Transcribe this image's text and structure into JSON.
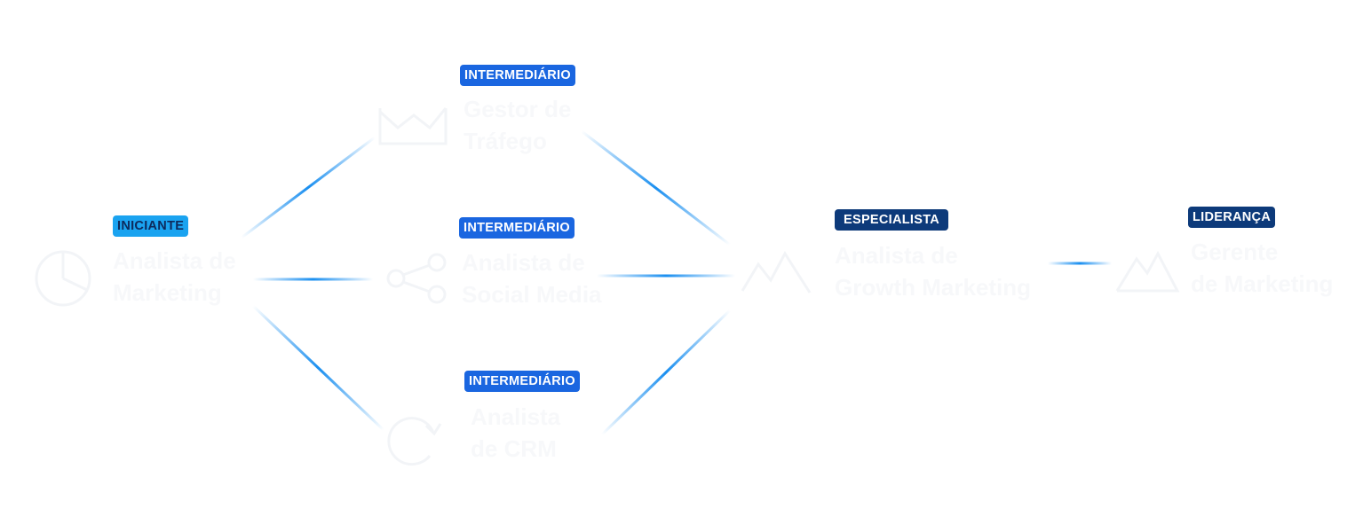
{
  "colors": {
    "connector": "#1a8ff0",
    "badge_iniciante": "#1aa3f0",
    "badge_intermediario": "#1a66e0",
    "badge_especialista": "#0d3a7a",
    "badge_lideranca": "#0d3a7a",
    "node_text": "#f7f8fa"
  },
  "nodes": {
    "analista_marketing": {
      "badge": "INICIANTE",
      "title": "Analista de\nMarketing",
      "icon": "pie-chart-icon"
    },
    "gestor_trafego": {
      "badge": "INTERMEDIÁRIO",
      "title": "Gestor de\nTráfego",
      "icon": "funnel-icon"
    },
    "analista_social_media": {
      "badge": "INTERMEDIÁRIO",
      "title": "Analista de\nSocial Media",
      "icon": "share-icon"
    },
    "analista_crm": {
      "badge": "INTERMEDIÁRIO",
      "title": "Analista\nde CRM",
      "icon": "refresh-icon"
    },
    "analista_growth": {
      "badge": "ESPECIALISTA",
      "title": "Analista de\nGrowth Marketing",
      "icon": "growth-chart-icon"
    },
    "gerente_marketing": {
      "badge": "LIDERANÇA",
      "title": "Gerente\nde Marketing",
      "icon": "mountain-icon"
    }
  }
}
